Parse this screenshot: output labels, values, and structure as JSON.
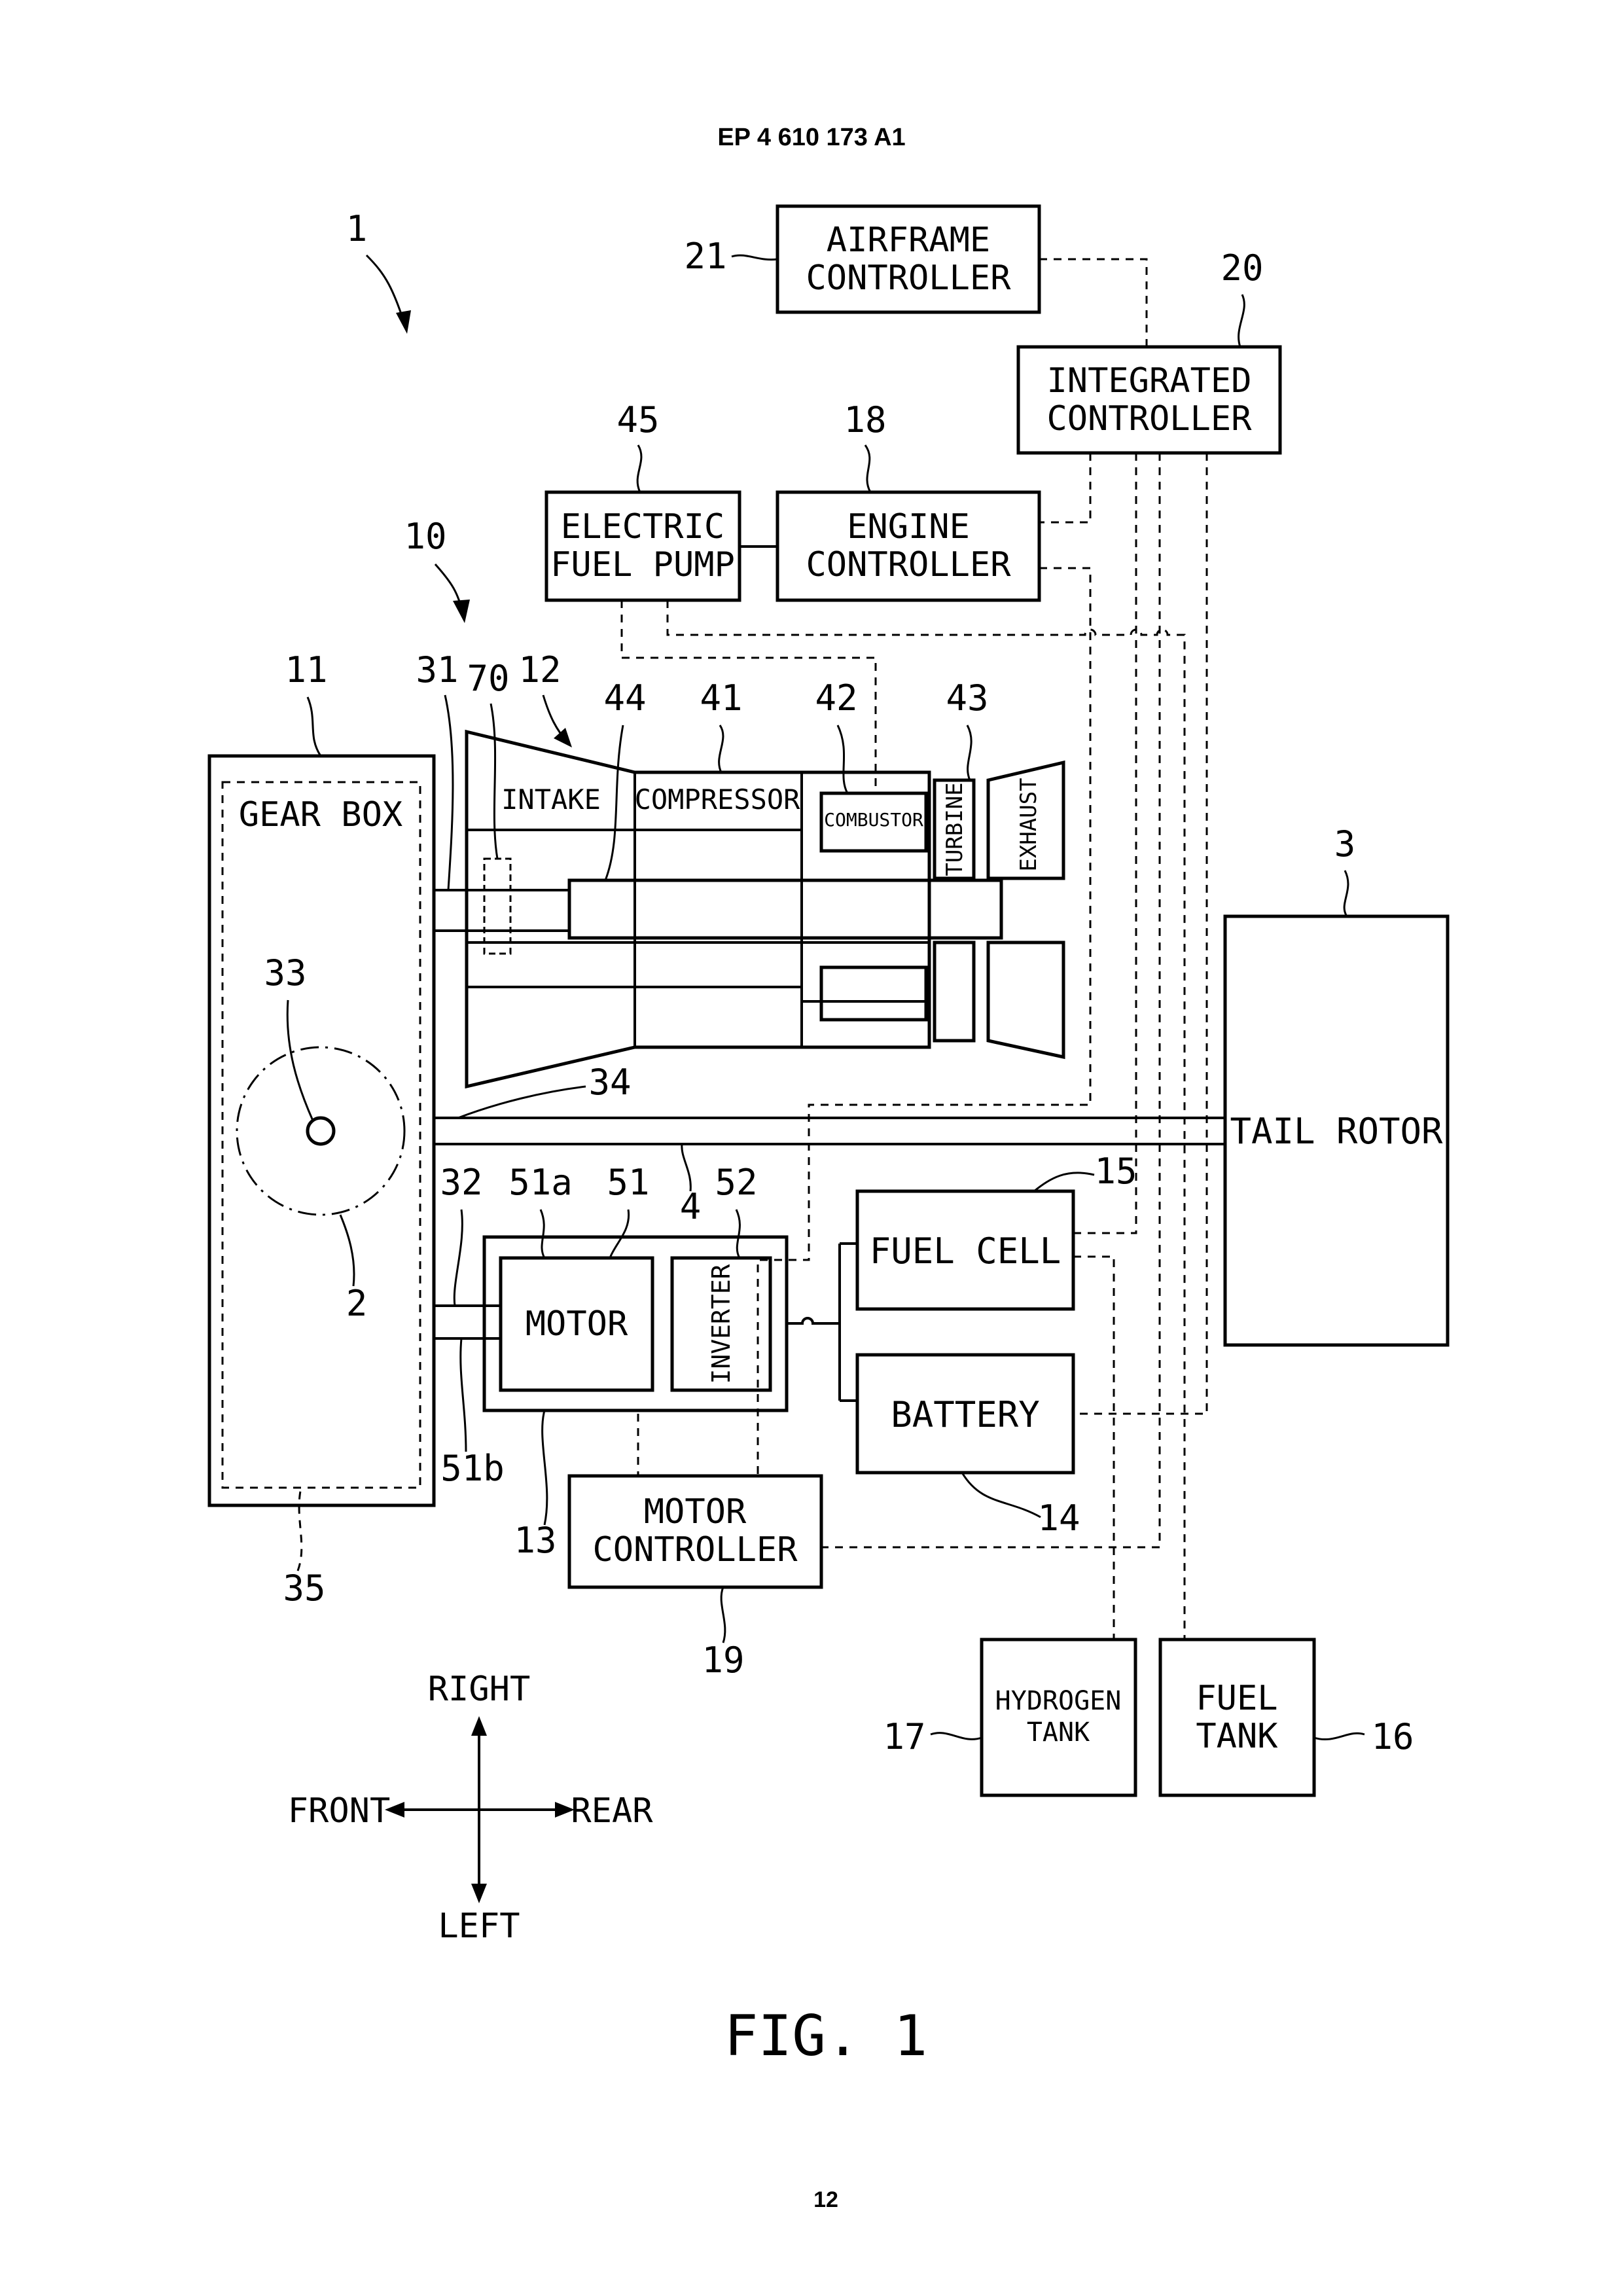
{
  "header": {
    "patent_number": "EP 4 610 173 A1"
  },
  "footer": {
    "page_number": "12",
    "figure_label": "FIG. 1"
  },
  "blocks": {
    "airframe_controller": {
      "line1": "AIRFRAME",
      "line2": "CONTROLLER"
    },
    "integrated_controller": {
      "line1": "INTEGRATED",
      "line2": "CONTROLLER"
    },
    "electric_fuel_pump": {
      "line1": "ELECTRIC",
      "line2": "FUEL PUMP"
    },
    "engine_controller": {
      "line1": "ENGINE",
      "line2": "CONTROLLER"
    },
    "gear_box": "GEAR BOX",
    "intake": "INTAKE",
    "compressor": "COMPRESSOR",
    "combustor": "COMBUSTOR",
    "turbine": "TURBINE",
    "exhaust": "EXHAUST",
    "tail_rotor": "TAIL ROTOR",
    "fuel_cell": "FUEL CELL",
    "battery": "BATTERY",
    "motor": "MOTOR",
    "inverter": "INVERTER",
    "motor_controller": {
      "line1": "MOTOR",
      "line2": "CONTROLLER"
    },
    "hydrogen_tank": {
      "line1": "HYDROGEN",
      "line2": "TANK"
    },
    "fuel_tank": {
      "line1": "FUEL",
      "line2": "TANK"
    }
  },
  "directions": {
    "right": "RIGHT",
    "left": "LEFT",
    "front": "FRONT",
    "rear": "REAR"
  },
  "refs": {
    "r1": "1",
    "r10": "10",
    "r21": "21",
    "r20": "20",
    "r45": "45",
    "r18": "18",
    "r11": "11",
    "r31": "31",
    "r70": "70",
    "r12": "12",
    "r44": "44",
    "r41": "41",
    "r42": "42",
    "r43": "43",
    "r3": "3",
    "r33": "33",
    "r34": "34",
    "r2": "2",
    "r32": "32",
    "r51a": "51a",
    "r51": "51",
    "r4": "4",
    "r52": "52",
    "r15": "15",
    "r51b": "51b",
    "r13": "13",
    "r14": "14",
    "r35": "35",
    "r19": "19",
    "r17": "17",
    "r16": "16"
  }
}
